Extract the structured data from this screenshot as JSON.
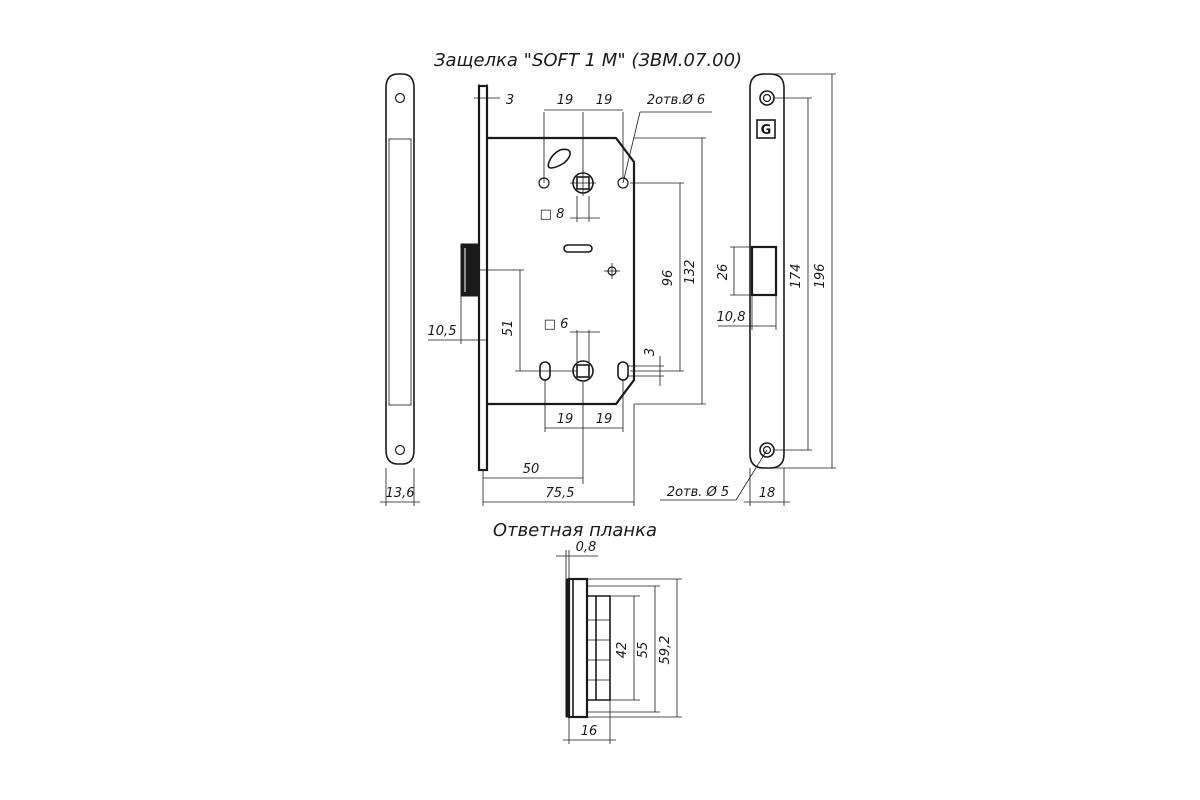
{
  "title": "Защелка \"SOFT 1 M\" (ЗВМ.07.00)",
  "subtitle": "Ответная планка",
  "logo_letter": "G",
  "dims": {
    "d3_top": "3",
    "d19_a": "19",
    "d19_b": "19",
    "holes6": "2отв.Ø 6",
    "sq8": "□ 8",
    "d96": "96",
    "d132": "132",
    "d26": "26",
    "d174": "174",
    "d196": "196",
    "d105": "10,5",
    "d51": "51",
    "sq6": "□ 6",
    "d3_mid": "3",
    "d108": "10,8",
    "d19_c": "19",
    "d19_d": "19",
    "d50": "50",
    "d755": "75,5",
    "d136": "13,6",
    "holes5": "2отв. Ø 5",
    "d18": "18",
    "d08": "0,8",
    "d42": "42",
    "d55": "55",
    "d592": "59,2",
    "d16": "16"
  }
}
